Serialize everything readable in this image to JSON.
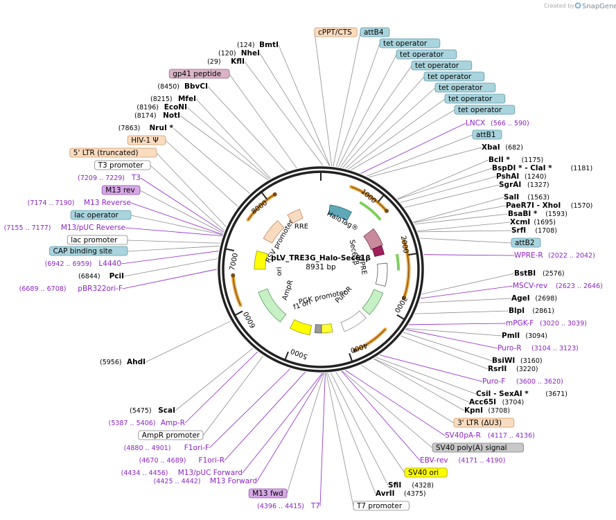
{
  "branding": "Created by",
  "brand_name": "SnapGene",
  "plasmid": {
    "name": "pLV_TRE3G_Halo-Sec61β",
    "length_label": "8931 bp",
    "length": 8931
  },
  "ruler_ticks": [
    "1000",
    "2000",
    "3000",
    "4000",
    "5000",
    "6000",
    "7000",
    "8000"
  ],
  "colors": {
    "primer": "#8b22c7",
    "site": "#000000",
    "leader": "#8c8c8c"
  },
  "inner_features": [
    {
      "text": "RRE"
    },
    {
      "text": "HaloTag®"
    },
    {
      "text": "Sec61β"
    },
    {
      "text": "WPRE"
    },
    {
      "text": "PuroR"
    },
    {
      "text": "PGK promoter"
    },
    {
      "text": "f1 ori"
    },
    {
      "text": "AmpR"
    },
    {
      "text": "ori"
    },
    {
      "text": "RSV promoter"
    }
  ],
  "labels": [
    {
      "text": "cPPT/CTS",
      "num": "",
      "kind": "box",
      "fill": "#f9dcc0",
      "stroke": "#d09660"
    },
    {
      "text": "attB4",
      "num": "",
      "kind": "box",
      "fill": "#a9d4de",
      "stroke": "#5a97a6"
    },
    {
      "text": "tet operator",
      "num": "",
      "kind": "box",
      "fill": "#a9d4de",
      "stroke": "#5a97a6"
    },
    {
      "text": "tet operator",
      "num": "",
      "kind": "box",
      "fill": "#a9d4de",
      "stroke": "#5a97a6"
    },
    {
      "text": "tet operator",
      "num": "",
      "kind": "box",
      "fill": "#a9d4de",
      "stroke": "#5a97a6"
    },
    {
      "text": "tet operator",
      "num": "",
      "kind": "box",
      "fill": "#a9d4de",
      "stroke": "#5a97a6"
    },
    {
      "text": "tet operator",
      "num": "",
      "kind": "box",
      "fill": "#a9d4de",
      "stroke": "#5a97a6"
    },
    {
      "text": "tet operator",
      "num": "",
      "kind": "box",
      "fill": "#a9d4de",
      "stroke": "#5a97a6"
    },
    {
      "text": "tet operator",
      "num": "",
      "kind": "box",
      "fill": "#a9d4de",
      "stroke": "#5a97a6"
    },
    {
      "text": "LNCX",
      "num": "(566 .. 590)",
      "kind": "primer"
    },
    {
      "text": "attB1",
      "num": "",
      "kind": "box",
      "fill": "#a9d4de",
      "stroke": "#5a97a6"
    },
    {
      "text": "XbaI",
      "num": "(682)",
      "kind": "site"
    },
    {
      "text": "BclI *",
      "num": "(1175)",
      "kind": "site"
    },
    {
      "text": "BspDI * - ClaI *",
      "num": "(1181)",
      "kind": "site"
    },
    {
      "text": "PshAI",
      "num": "(1240)",
      "kind": "site"
    },
    {
      "text": "SgrAI",
      "num": "(1327)",
      "kind": "site"
    },
    {
      "text": "SalI",
      "num": "(1563)",
      "kind": "site"
    },
    {
      "text": "PaeR7I - XhoI",
      "num": "(1570)",
      "kind": "site"
    },
    {
      "text": "BsaBI *",
      "num": "(1593)",
      "kind": "site"
    },
    {
      "text": "XcmI",
      "num": "(1695)",
      "kind": "site"
    },
    {
      "text": "SrfI",
      "num": "(1708)",
      "kind": "site"
    },
    {
      "text": "attB2",
      "num": "",
      "kind": "box",
      "fill": "#a9d4de",
      "stroke": "#5a97a6"
    },
    {
      "text": "WPRE-R",
      "num": "(2022 .. 2042)",
      "kind": "primer"
    },
    {
      "text": "BstBI",
      "num": "(2576)",
      "kind": "site"
    },
    {
      "text": "MSCV-rev",
      "num": "(2623 .. 2646)",
      "kind": "primer"
    },
    {
      "text": "AgeI",
      "num": "(2698)",
      "kind": "site"
    },
    {
      "text": "BlpI",
      "num": "(2861)",
      "kind": "site"
    },
    {
      "text": "mPGK-F",
      "num": "(3020 .. 3039)",
      "kind": "primer"
    },
    {
      "text": "PmlI",
      "num": "(3094)",
      "kind": "site"
    },
    {
      "text": "Puro-R",
      "num": "(3104 .. 3123)",
      "kind": "primer"
    },
    {
      "text": "BsiWI",
      "num": "(3160)",
      "kind": "site"
    },
    {
      "text": "RsrII",
      "num": "(3220)",
      "kind": "site"
    },
    {
      "text": "Puro-F",
      "num": "(3600 .. 3620)",
      "kind": "primer"
    },
    {
      "text": "CsiI - SexAI *",
      "num": "(3671)",
      "kind": "site"
    },
    {
      "text": "Acc65I",
      "num": "(3704)",
      "kind": "site"
    },
    {
      "text": "KpnI",
      "num": "(3708)",
      "kind": "site"
    },
    {
      "text": "3' LTR (ΔU3)",
      "num": "",
      "kind": "box",
      "fill": "#f9dcc0",
      "stroke": "#d09660"
    },
    {
      "text": "SV40pA-R",
      "num": "(4117 .. 4136)",
      "kind": "primer"
    },
    {
      "text": "SV40 poly(A) signal",
      "num": "",
      "kind": "box",
      "fill": "#c8c8c8",
      "stroke": "#808080"
    },
    {
      "text": "EBV-rev",
      "num": "(4171 .. 4190)",
      "kind": "primer"
    },
    {
      "text": "SV40 ori",
      "num": "",
      "kind": "box",
      "fill": "#ffff00",
      "stroke": "#a0a000"
    },
    {
      "text": "SfiI",
      "num": "(4328)",
      "kind": "site"
    },
    {
      "text": "AvrII",
      "num": "(4375)",
      "kind": "site"
    },
    {
      "text": "T7 promoter",
      "num": "",
      "kind": "box",
      "fill": "#ffffff",
      "stroke": "#808080"
    },
    {
      "text": "T7",
      "num": "(4396 .. 4415)",
      "kind": "primer"
    },
    {
      "text": "M13 fwd",
      "num": "",
      "kind": "box",
      "fill": "#d6a8e6",
      "stroke": "#8b4ca8"
    },
    {
      "text": "M13 Forward",
      "num": "(4425 .. 4442)",
      "kind": "primer"
    },
    {
      "text": "M13/pUC Forward",
      "num": "(4434 .. 4456)",
      "kind": "primer"
    },
    {
      "text": "F1ori-R",
      "num": "(4670 .. 4689)",
      "kind": "primer"
    },
    {
      "text": "F1ori-F",
      "num": "(4880 .. 4901)",
      "kind": "primer"
    },
    {
      "text": "AmpR promoter",
      "num": "",
      "kind": "box",
      "fill": "#ffffff",
      "stroke": "#808080"
    },
    {
      "text": "Amp-R",
      "num": "(5387 .. 5406)",
      "kind": "primer"
    },
    {
      "text": "ScaI",
      "num": "(5475)",
      "kind": "site"
    },
    {
      "text": "AhdI",
      "num": "(5956)",
      "kind": "site"
    },
    {
      "text": "pBR322ori-F",
      "num": "(6689 .. 6708)",
      "kind": "primer"
    },
    {
      "text": "PciI",
      "num": "(6844)",
      "kind": "site"
    },
    {
      "text": "L4440",
      "num": "(6942 .. 6959)",
      "kind": "primer"
    },
    {
      "text": "CAP binding site",
      "num": "",
      "kind": "box",
      "fill": "#a9d4de",
      "stroke": "#5a97a6"
    },
    {
      "text": "lac promoter",
      "num": "",
      "kind": "box",
      "fill": "#ffffff",
      "stroke": "#808080"
    },
    {
      "text": "M13/pUC Reverse",
      "num": "(7155 .. 7177)",
      "kind": "primer"
    },
    {
      "text": "lac operator",
      "num": "",
      "kind": "box",
      "fill": "#a9d4de",
      "stroke": "#5a97a6"
    },
    {
      "text": "M13 Reverse",
      "num": "(7174 .. 7190)",
      "kind": "primer"
    },
    {
      "text": "M13 rev",
      "num": "",
      "kind": "box",
      "fill": "#d6a8e6",
      "stroke": "#8b4ca8"
    },
    {
      "text": "T3",
      "num": "(7209 .. 7229)",
      "kind": "primer"
    },
    {
      "text": "T3 promoter",
      "num": "",
      "kind": "box",
      "fill": "#ffffff",
      "stroke": "#808080"
    },
    {
      "text": "5' LTR (truncated)",
      "num": "",
      "kind": "box",
      "fill": "#f9dcc0",
      "stroke": "#d09660"
    },
    {
      "text": "HIV-1 Ψ",
      "num": "",
      "kind": "box",
      "fill": "#f9dcc0",
      "stroke": "#d09660"
    },
    {
      "text": "NruI *",
      "num": "(7863)",
      "kind": "site"
    },
    {
      "text": "NotI",
      "num": "(8174)",
      "kind": "site"
    },
    {
      "text": "EcoNI",
      "num": "(8196)",
      "kind": "site"
    },
    {
      "text": "MfeI",
      "num": "(8215)",
      "kind": "site"
    },
    {
      "text": "BbvCI",
      "num": "(8450)",
      "kind": "site"
    },
    {
      "text": "gp41 peptide",
      "num": "",
      "kind": "box",
      "fill": "#d9b3c6",
      "stroke": "#9a6680"
    },
    {
      "text": "KflI",
      "num": "(29)",
      "kind": "site"
    },
    {
      "text": "NheI",
      "num": "(120)",
      "kind": "site"
    },
    {
      "text": "BmtI",
      "num": "(124)",
      "kind": "site"
    }
  ]
}
